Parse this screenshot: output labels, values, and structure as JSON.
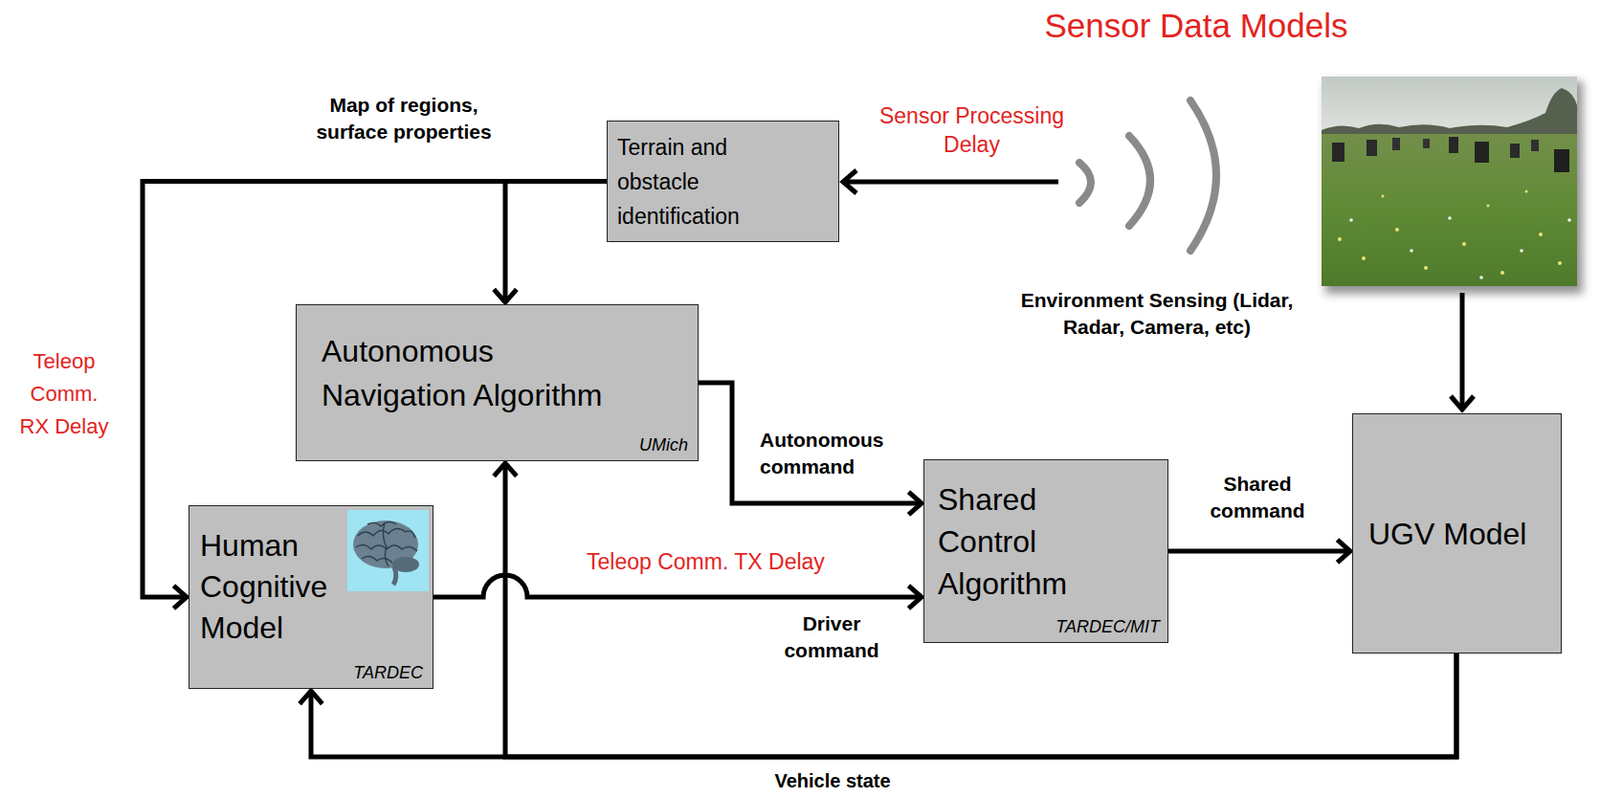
{
  "diagram": {
    "title": "Sensor Data Models",
    "nodes": [
      {
        "text": [
          "Terrain and obstacle identification"
        ]
      },
      {
        "text": [
          "Autonomous Navigation Algorithm",
          "UMich"
        ]
      },
      {
        "text": [
          "Human Cognitive Model",
          "TARDEC"
        ]
      },
      {
        "text": [
          "Shared Control Algorithm",
          "TARDEC/MIT"
        ]
      },
      {
        "text": [
          "UGV Model"
        ]
      }
    ],
    "edges": [
      {
        "from": 0,
        "to": 1,
        "arrow": "to"
      },
      {
        "from": 0,
        "to": 2,
        "label": "Map of regions, surface properties",
        "arrow": "to"
      },
      {
        "from": 1,
        "to": 3,
        "label": "Autonomous command",
        "arrow": "to"
      },
      {
        "from": 2,
        "to": 3,
        "label": "Driver command",
        "arrow": "to"
      },
      {
        "from": 3,
        "to": 4,
        "label": "Shared command",
        "arrow": "to"
      },
      {
        "from": 4,
        "to": 2,
        "label": "Vehicle state",
        "arrow": "to"
      },
      {
        "from": 4,
        "to": 1,
        "arrow": "to"
      }
    ],
    "labels": [
      "Sensor Processing Delay",
      "Teleop Comm. RX Delay",
      "Teleop Comm. TX Delay",
      "Environment Sensing (Lidar, Radar, Camera, etc)"
    ]
  }
}
